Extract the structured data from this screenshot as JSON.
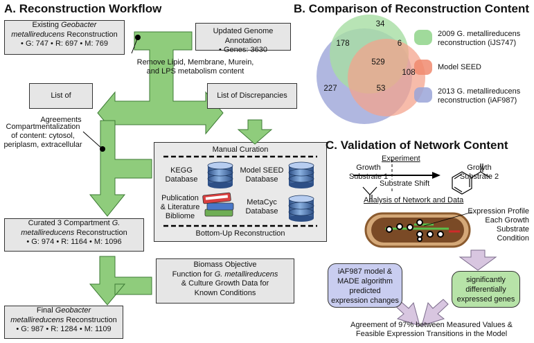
{
  "panel_a": {
    "title": "A. Reconstruction Workflow",
    "existing": {
      "line1_pre": "Existing ",
      "line1_it": "Geobacter",
      "line2_it": "metallireducens",
      "line2_post": " Reconstruction",
      "stats": "• G: 747  • R: 697  • M: 769"
    },
    "updated": {
      "line1": "Updated Genome Annotation",
      "line2": "• Genes: 3630"
    },
    "remove_note": [
      "Remove Lipid, Membrane, Murein,",
      "and LPS metabolism content"
    ],
    "agreements": "List of Agreements",
    "discrepancies": "List of Discrepancies",
    "compartment_note": [
      "Compartmentalization",
      "of  content: cytosol,",
      "periplasm, extracellular"
    ],
    "curation": {
      "title": "Manual Curation",
      "kegg": [
        "KEGG",
        "Database"
      ],
      "seed": [
        "Model SEED",
        "Database"
      ],
      "pub": [
        "Publication",
        "& Literature",
        "Bibliome"
      ],
      "metacyc": [
        "MetaCyc",
        "Database"
      ],
      "footer": "Bottom-Up Reconstruction"
    },
    "curated": {
      "line1_pre": "Curated 3 Compartment ",
      "line1_it": "G.",
      "line2_it": "metallireducens",
      "line2_post": " Reconstruction",
      "stats": "• G: 974  • R: 1164  • M: 1096"
    },
    "biomass": {
      "line1": "Biomass Objective",
      "line2_pre": "Function for ",
      "line2_it": "G. metallireducens",
      "line3": "& Culture Growth Data for",
      "line4": "Known Conditions"
    },
    "final": {
      "line1_pre": "Final ",
      "line1_it": "Geobacter",
      "line2_it": "metallireducens",
      "line2_post": " Reconstruction",
      "stats": "• G: 987  • R: 1284  • M: 1109"
    }
  },
  "panel_b": {
    "title": "B. Comparison of Reconstruction Content",
    "counts": {
      "green_only": "34",
      "green_blue": "178",
      "green_red": "6",
      "all_three": "529",
      "red_only": "108",
      "blue_only": "227",
      "blue_red": "53"
    },
    "legend": [
      {
        "lines": [
          "2009 G. metallireducens",
          "reconstruction (iJS747)"
        ],
        "color": "#8fd48a"
      },
      {
        "lines": [
          "Model SEED"
        ],
        "color": "#f08a6e"
      },
      {
        "lines": [
          "2013 G. metallireducens",
          "reconstruction (iAF987)"
        ],
        "color": "#9aa4d8"
      }
    ]
  },
  "panel_c": {
    "title": "C. Validation of Network Content",
    "experiment": "Experiment",
    "substrate1": [
      "Growth",
      "Substrate 1"
    ],
    "substrate2": [
      "Growth",
      "Substrate 2"
    ],
    "shift": "Substrate Shift",
    "analysis": "Analysis of Network and Data",
    "expression": [
      "Expression Profile",
      "Each Growth",
      "Substrate",
      "Condition"
    ],
    "model_box": [
      "iAF987 model &",
      "MADE algorithm",
      "predicted",
      "expression changes"
    ],
    "genes_box": [
      "significantly",
      "differentially",
      "expressed genes"
    ],
    "agreement": [
      "Agreement of 97% between Measured Values &",
      "Feasible Expression Transitions in the Model"
    ]
  }
}
